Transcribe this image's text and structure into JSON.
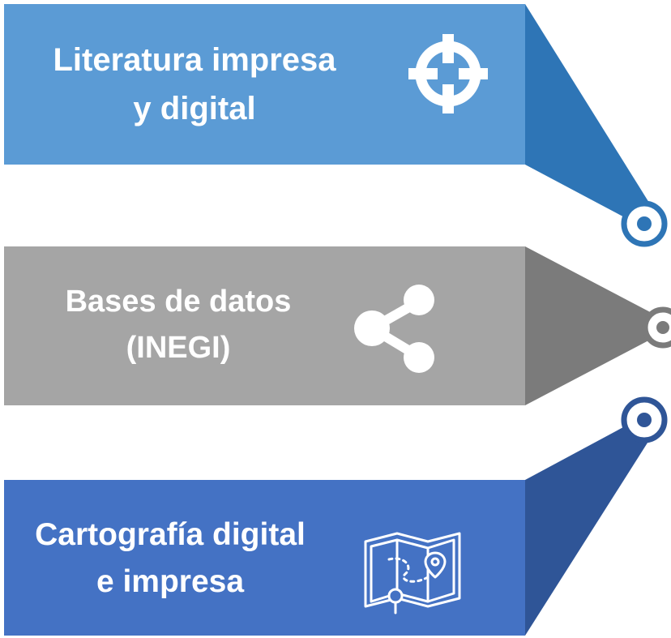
{
  "items": [
    {
      "lines": [
        "Literatura impresa",
        "y digital"
      ],
      "icon": "crosshair-icon",
      "color": "#5b9bd5",
      "accent": "#2e75b6"
    },
    {
      "lines": [
        "Bases de datos",
        "(INEGI)"
      ],
      "icon": "share-icon",
      "color": "#a5a5a5",
      "accent": "#7b7b7b"
    },
    {
      "lines": [
        "Cartografía digital",
        "e impresa"
      ],
      "icon": "map-icon",
      "color": "#4472c4",
      "accent": "#2f5597"
    }
  ]
}
